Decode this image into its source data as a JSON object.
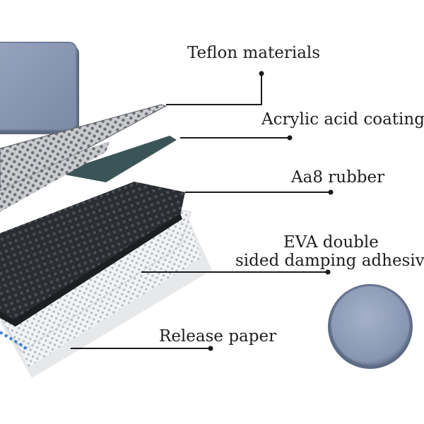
{
  "labels": {
    "teflon": "Teflon materials",
    "acrylic": "Acrylic acid coating",
    "rubber": "Aa8 rubber",
    "eva_line1": "EVA double",
    "eva_line2": "sided damping adhesive",
    "release": "Release paper"
  },
  "colors": {
    "pad": "#8e9cb8",
    "pad_dark": "#6f7e9a",
    "rubber": "#2b2e33",
    "mesh": "#9a9da2",
    "release": "#e9eaeb",
    "leader": "#1a1a1a"
  }
}
